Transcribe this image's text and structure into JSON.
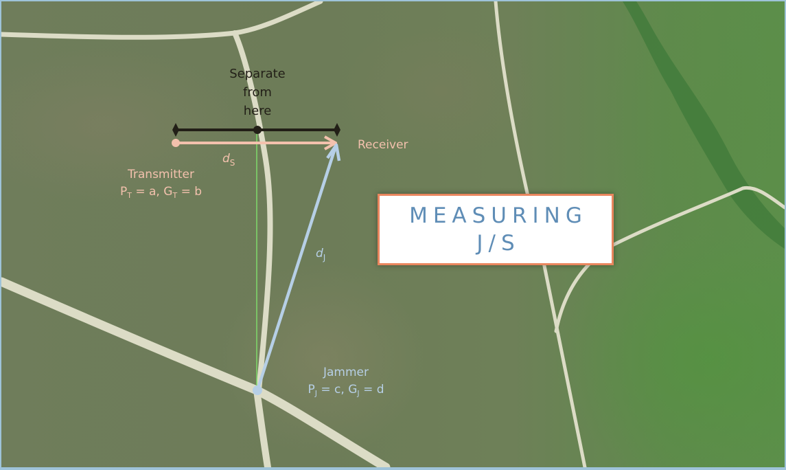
{
  "title": {
    "line1": "MEASURING",
    "line2": "J/S",
    "text_color": "#5f8db6",
    "border_color": "#e9865e"
  },
  "separation_marker": {
    "label_lines": [
      "Separate",
      "from",
      "here"
    ],
    "color": "#221f17"
  },
  "receiver": {
    "label": "Receiver",
    "color": "#f3c1ad"
  },
  "transmitter": {
    "label": "Transmitter",
    "params": {
      "power_symbol": "P",
      "power_subscript": "T",
      "power_value": "= a,",
      "gain_symbol": "G",
      "gain_subscript": "T",
      "gain_value": "= b"
    },
    "color": "#f3c1ad"
  },
  "jammer": {
    "label": "Jammer",
    "params": {
      "power_symbol": "P",
      "power_subscript": "J",
      "power_value": "= c,",
      "gain_symbol": "G",
      "gain_subscript": "J",
      "gain_value": "= d"
    },
    "color": "#b6cfe6"
  },
  "distances": {
    "signal": {
      "symbol": "d",
      "subscript": "S",
      "color": "#f3c1ad"
    },
    "jammer": {
      "symbol": "d",
      "subscript": "J",
      "color": "#b6cfe6"
    }
  },
  "guide_line_color": "#7fdc6a",
  "frame_border_color": "#9ec3d9"
}
